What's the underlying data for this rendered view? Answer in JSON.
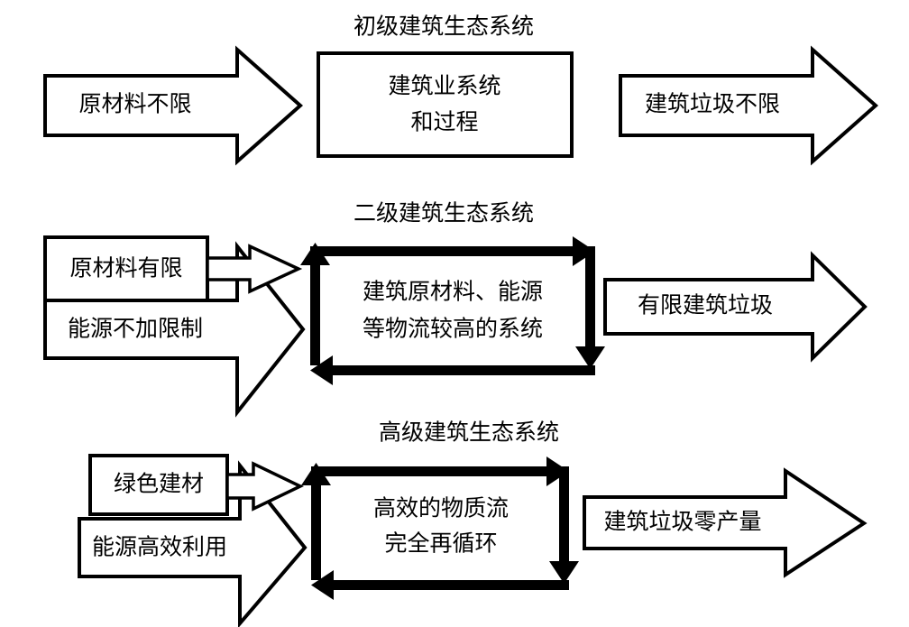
{
  "diagram": {
    "title_visible": false,
    "background_color": "#ffffff",
    "line_color": "#000000",
    "sections": [
      {
        "id": "primary",
        "title": "初级建筑生态系统",
        "inputs": [
          {
            "id": "primary-input-1",
            "label": "原材料不限",
            "shape": "block-arrow"
          }
        ],
        "core": {
          "id": "primary-core",
          "shape": "rectangle",
          "lines": [
            "建筑业系统",
            "和过程"
          ]
        },
        "outputs": [
          {
            "id": "primary-output-1",
            "label": "建筑垃圾不限",
            "shape": "block-arrow"
          }
        ]
      },
      {
        "id": "secondary",
        "title": "二级建筑生态系统",
        "inputs": [
          {
            "id": "secondary-input-1",
            "label": "原材料有限",
            "shape": "box-with-small-arrow"
          },
          {
            "id": "secondary-input-2",
            "label": "能源不加限制",
            "shape": "block-arrow"
          }
        ],
        "core": {
          "id": "secondary-core",
          "shape": "cycle-loop",
          "lines": [
            "建筑原材料、能源",
            "等物流较高的系统"
          ]
        },
        "outputs": [
          {
            "id": "secondary-output-1",
            "label": "有限建筑垃圾",
            "shape": "block-arrow"
          }
        ]
      },
      {
        "id": "advanced",
        "title": "高级建筑生态系统",
        "inputs": [
          {
            "id": "advanced-input-1",
            "label": "绿色建材",
            "shape": "box-with-small-arrow"
          },
          {
            "id": "advanced-input-2",
            "label": "能源高效利用",
            "shape": "block-arrow"
          }
        ],
        "core": {
          "id": "advanced-core",
          "shape": "cycle-loop",
          "lines": [
            "高效的物质流",
            "完全再循环"
          ]
        },
        "outputs": [
          {
            "id": "advanced-output-1",
            "label": "建筑垃圾零产量",
            "shape": "block-arrow"
          }
        ]
      }
    ]
  }
}
